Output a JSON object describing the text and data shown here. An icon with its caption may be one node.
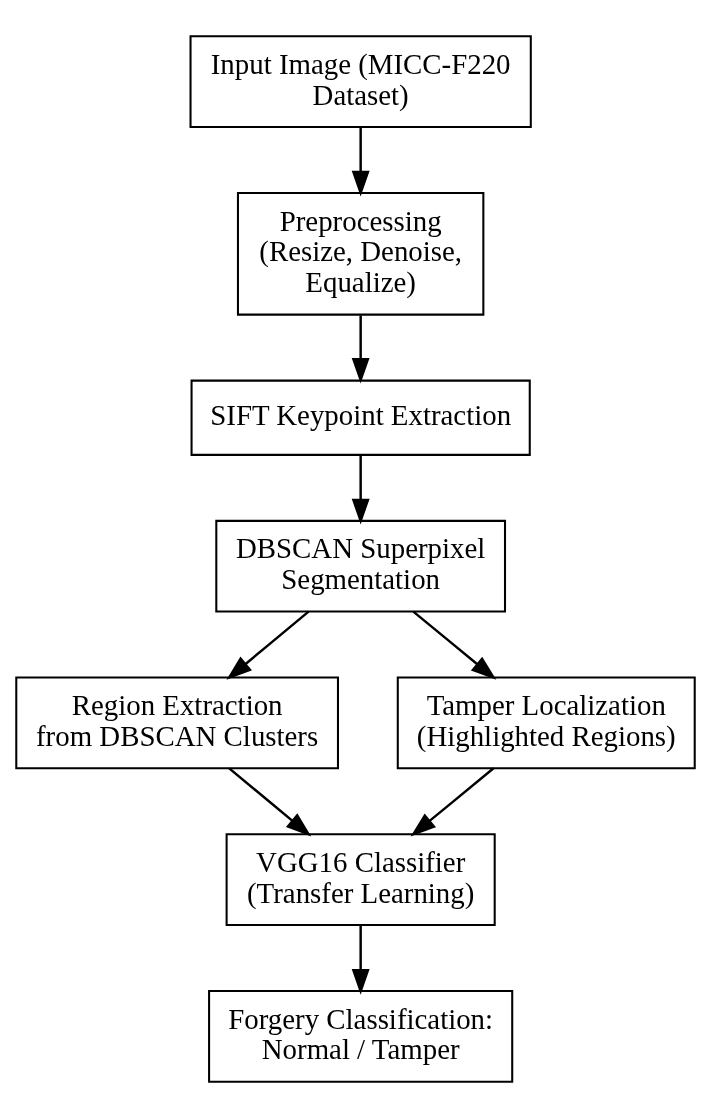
{
  "diagram": {
    "nodes": [
      {
        "text": [
          "Input Image (MICC-F220 Dataset)"
        ]
      },
      {
        "text": [
          "Preprocessing",
          "(Resize, Denoise, Equalize)"
        ]
      },
      {
        "text": [
          "SIFT Keypoint Extraction"
        ]
      },
      {
        "text": [
          "DBSCAN Superpixel Segmentation"
        ]
      },
      {
        "text": [
          "Region Extraction from DBSCAN Clusters"
        ]
      },
      {
        "text": [
          "Tamper Localization",
          "(Highlighted Regions)"
        ]
      },
      {
        "text": [
          "VGG16 Classifier",
          "(Transfer Learning)"
        ]
      },
      {
        "text": [
          "Forgery Classification:",
          "Normal / Tamper"
        ]
      }
    ],
    "edges": [
      {
        "from": 0,
        "to": 1,
        "arrow": "to"
      },
      {
        "from": 1,
        "to": 2,
        "arrow": "to"
      },
      {
        "from": 2,
        "to": 3,
        "arrow": "to"
      },
      {
        "from": 3,
        "to": 4,
        "arrow": "to"
      },
      {
        "from": 3,
        "to": 5,
        "arrow": "to"
      },
      {
        "from": 4,
        "to": 6,
        "arrow": "to"
      },
      {
        "from": 5,
        "to": 6,
        "arrow": "to"
      },
      {
        "from": 6,
        "to": 7,
        "arrow": "to"
      }
    ]
  }
}
